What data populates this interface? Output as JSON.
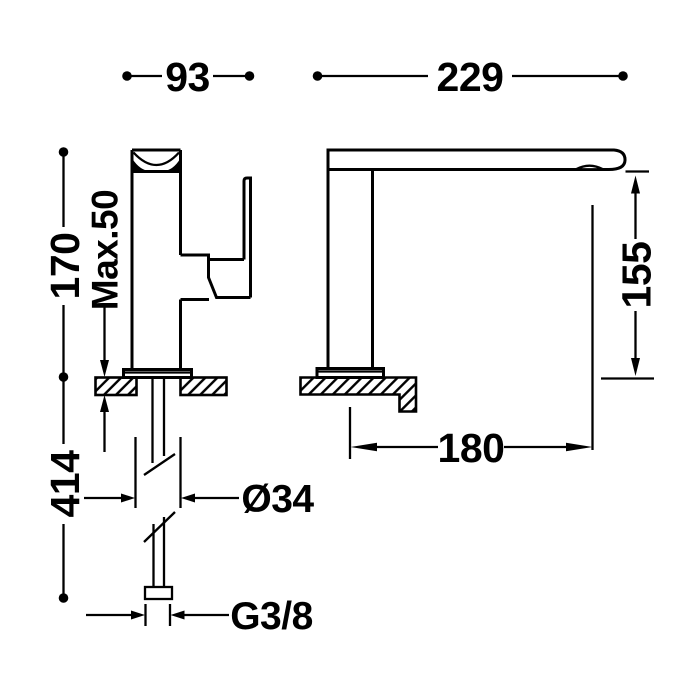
{
  "drawing": {
    "product": "single-lever sink mixer tap",
    "view_left": "side elevation",
    "view_right": "front elevation",
    "units": "mm",
    "colors": {
      "line": "#000000",
      "background": "#ffffff"
    },
    "dimensions": {
      "side_overall_depth": "93",
      "front_overall_width": "229",
      "body_height": "170",
      "max_deck_thickness": "Max.50",
      "spout_clearance_height": "155",
      "hose_length_below_deck": "414",
      "spout_reach": "180",
      "base_diameter": "Ø34",
      "supply_connection_thread": "G3/8"
    }
  }
}
